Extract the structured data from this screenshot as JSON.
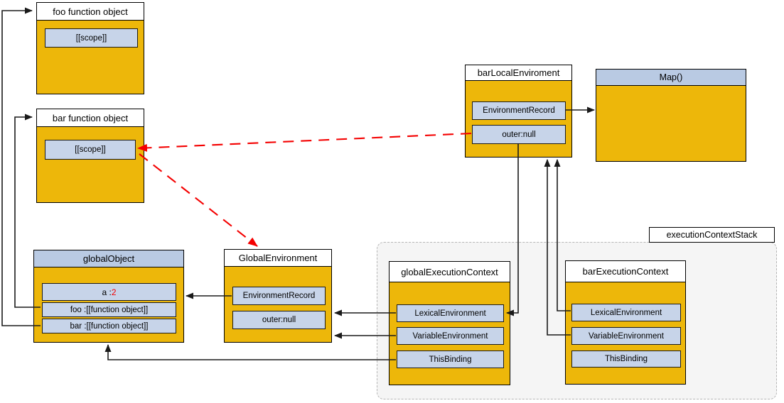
{
  "colors": {
    "nodeFill": "#edb70a",
    "rowFill": "#c7d4e9",
    "headerBlue": "#b9cae3",
    "arrowRed": "#f40000",
    "stackFill": "#f5f5f5"
  },
  "nodes": {
    "fooFunction": {
      "title": "foo function object",
      "scope": "[[scope]]"
    },
    "barFunction": {
      "title": "bar function object",
      "scope": "[[scope]]"
    },
    "globalObject": {
      "title": "globalObject",
      "rowALabel": "a :",
      "rowAValue": "2",
      "rowFoo": "foo :[[function object]]",
      "rowBar": "bar :[[function object]]"
    },
    "globalEnvironment": {
      "title": "GlobalEnvironment",
      "rows": [
        "EnvironmentRecord",
        "outer:null"
      ]
    },
    "barLocalEnvironment": {
      "title": "barLocalEnviroment",
      "rows": [
        "EnvironmentRecord",
        "outer:null"
      ]
    },
    "mapObject": {
      "title": "Map()"
    },
    "globalExecutionContext": {
      "title": "globalExecutionContext",
      "rows": [
        "LexicalEnvironment",
        "VariableEnvironment",
        "ThisBinding"
      ]
    },
    "barExecutionContext": {
      "title": "barExecutionContext",
      "rows": [
        "LexicalEnvironment",
        "VariableEnvironment",
        "ThisBinding"
      ]
    },
    "executionContextStack": {
      "label": "executionContextStack"
    }
  }
}
